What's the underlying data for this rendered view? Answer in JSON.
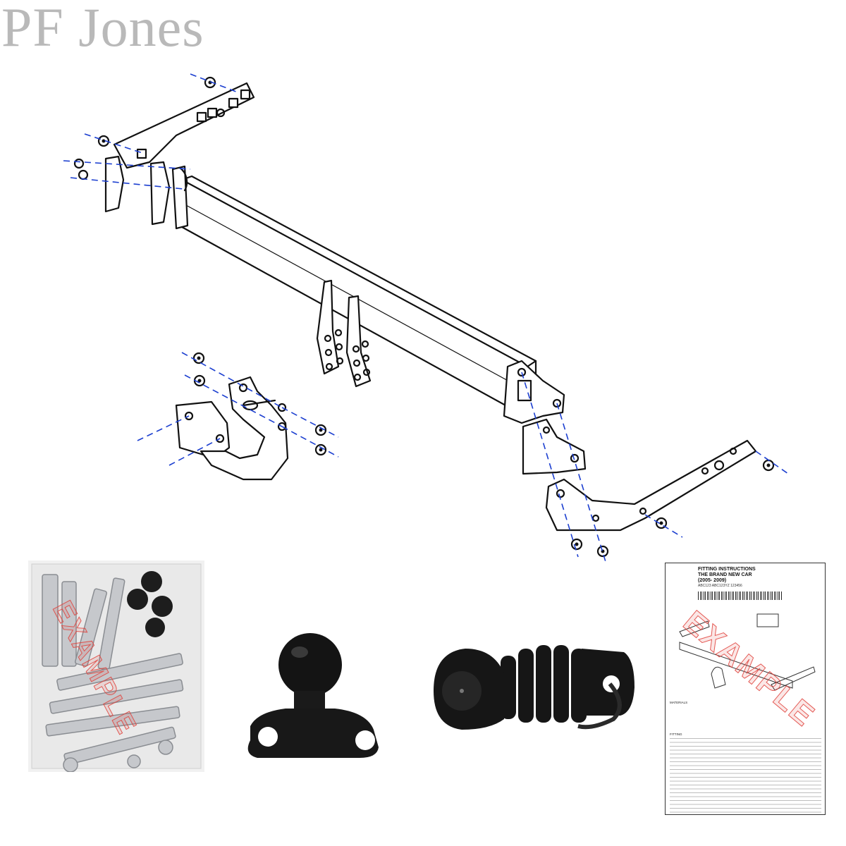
{
  "brand": {
    "name": "PF Jones",
    "color": "#b9b9b9"
  },
  "stamps": {
    "example_text": "EXAMPLE",
    "color": "#e0403a"
  },
  "instructions": {
    "title": "FITTING INSTRUCTIONS",
    "car": "THE BRAND NEW CAR",
    "years": "(2005- 2009)",
    "code": "ABC123 ABC123YZ 123456",
    "materials_heading": "MATERIALS",
    "fitting_heading": "FITTING"
  },
  "icons": {
    "diagram": "towbar-exploded-diagram-icon",
    "bolts": "bolt-kit-icon",
    "towball": "towball-icon",
    "socket": "electric-socket-icon"
  },
  "accent": {
    "dash": "#1c3fd0",
    "ink": "#111111"
  }
}
